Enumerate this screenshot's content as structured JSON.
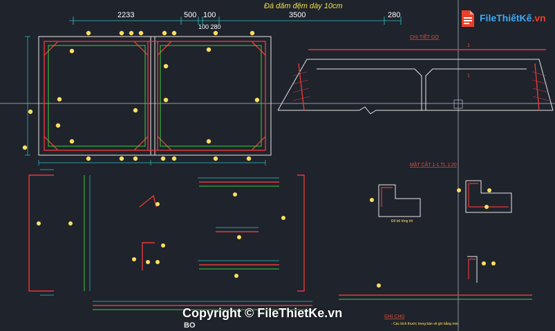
{
  "header": {
    "title": "Đá dăm đệm dày 10cm",
    "dims": [
      "2233",
      "500",
      "100",
      "3500",
      "280"
    ],
    "dims_sub": "100 280"
  },
  "sections": {
    "detail_label": "CHI TIẾT GỜ",
    "section_label": "MẶT CẮT 1-1 TL 1:20",
    "notes_title": "GHI CHÚ",
    "notes_line": "- Các kích thước trong bản vẽ ghi bằng mm",
    "cut_note": "Đổ bê tông lót",
    "section_mark": "1"
  },
  "watermark": {
    "text": "Copyright © FileThietKe.vn",
    "prefix": "BO"
  },
  "logo": {
    "brand": "FileThiếtKế",
    "tld": ".vn",
    "icon": "file-logo-icon"
  },
  "colors": {
    "background": "#1f232c",
    "rebar": "#e63a3a",
    "concrete": "#e8e8e8",
    "dimension": "#2fc8c8",
    "label": "#f0e04a",
    "green": "#3ecf3e"
  }
}
